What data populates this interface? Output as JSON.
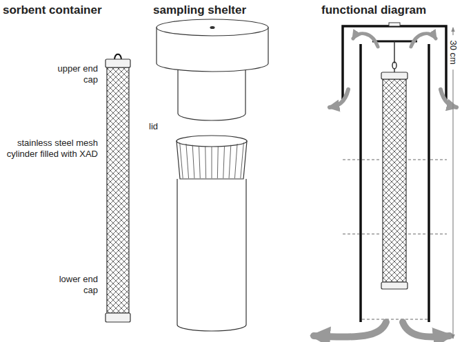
{
  "diagram": {
    "labels": [
      "sorbent container",
      "sampling shelter",
      "functional diagram",
      "upper end cap",
      "stainless steel mesh cylinder filled with XAD",
      "lower end cap",
      "lid",
      "30 cm"
    ]
  }
}
